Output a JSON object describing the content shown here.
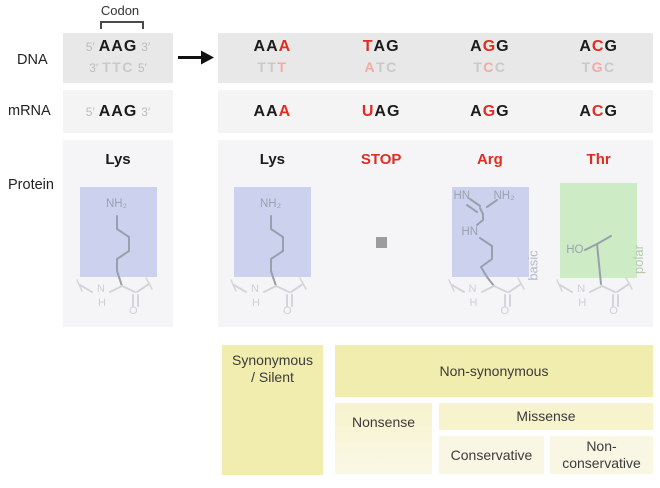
{
  "colors": {
    "red": "#e02d22",
    "light_red": "#f1aba3",
    "dna_box_gray": "#e9e8e9",
    "mrna_box_gray": "#f5f4f5",
    "protein_box_gray": "#f5f4f7",
    "blue_highlight": "#ccd1ee",
    "green_highlight": "#cdebc5",
    "tier1_yellow": "#f0edae",
    "tier2_yellow": "#f6f3cd",
    "tier3_yellow": "#f9f7e3"
  },
  "codon_header": "Codon",
  "row_labels": {
    "dna": "DNA",
    "mrna": "mRNA",
    "protein": "Protein"
  },
  "original": {
    "dna_top": {
      "p5": "5′",
      "codon": "AAG",
      "p3": "3′"
    },
    "dna_bot": {
      "p3": "3′",
      "codon": "TTC",
      "p5": "5′"
    },
    "mrna": {
      "p5": "5′",
      "codon": "AAG",
      "p3": "3′"
    },
    "protein": "Lys"
  },
  "chem": {
    "n": "N",
    "h": "H",
    "o": "O",
    "nh2": "NH₂",
    "hn": "HN",
    "ho": "HO"
  },
  "tags": {
    "basic": "basic",
    "polar": "polar"
  },
  "mutations": {
    "m1": {
      "dna_top": {
        "pre": "AA",
        "hot": "A",
        "post": ""
      },
      "dna_bot": {
        "pre": "TT",
        "hot": "T",
        "post": ""
      },
      "mrna": {
        "pre": "AA",
        "hot": "A",
        "post": ""
      },
      "protein": "Lys"
    },
    "m2": {
      "dna_top": {
        "pre": "",
        "hot": "T",
        "post": "AG"
      },
      "dna_bot": {
        "pre": "",
        "hot": "A",
        "post": "TC"
      },
      "mrna": {
        "pre": "",
        "hot": "U",
        "post": "AG"
      },
      "protein": "STOP"
    },
    "m3": {
      "dna_top": {
        "pre": "A",
        "hot": "G",
        "post": "G"
      },
      "dna_bot": {
        "pre": "T",
        "hot": "C",
        "post": "C"
      },
      "mrna": {
        "pre": "A",
        "hot": "G",
        "post": "G"
      },
      "protein": "Arg"
    },
    "m4": {
      "dna_top": {
        "pre": "A",
        "hot": "C",
        "post": "G"
      },
      "dna_bot": {
        "pre": "T",
        "hot": "G",
        "post": "C"
      },
      "mrna": {
        "pre": "A",
        "hot": "C",
        "post": "G"
      },
      "protein": "Thr"
    }
  },
  "classification": {
    "synonymous_line1": "Synonymous",
    "synonymous_line2": "/ Silent",
    "non_synonymous": "Non-synonymous",
    "nonsense": "Nonsense",
    "missense": "Missense",
    "conservative": "Conservative",
    "non_conservative_line1": "Non-",
    "non_conservative_line2": "conservative"
  }
}
